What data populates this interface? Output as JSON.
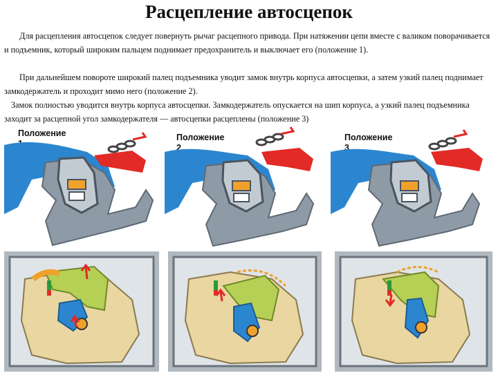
{
  "title": "Расцепление автосцепок",
  "paragraphs": [
    "Для расцепления автосцепок следует повернуть рычаг расцепного привода. При натяжении цепи вместе с валиком поворачивается и подъемник, который широким пальцем поднимает предохранитель и выключает его (положение 1).",
    "При дальнейшем повороте широкий палец подъемника уводит замок внутрь корпуса автосцепки, а затем узкий палец поднимает замкодержатель и проходит мимо него (положение 2).",
    "Замок полностью уводится внутрь корпуса автосцепки. Замкодержатель опускается на шип корпуса, а узкий палец подъемника заходит за расцепной угол замкодержателя — автосцепки расцеплены (положение 3)"
  ],
  "positions": [
    {
      "label": "Положение\n1"
    },
    {
      "label": "Положение\n2"
    },
    {
      "label": "Положение\n3"
    }
  ],
  "colors": {
    "blue": "#2c86cf",
    "gray": "#8e9aa6",
    "red": "#e22a26",
    "orange": "#f0a12c",
    "green": "#b6cf55",
    "tan": "#e9d6a0"
  }
}
